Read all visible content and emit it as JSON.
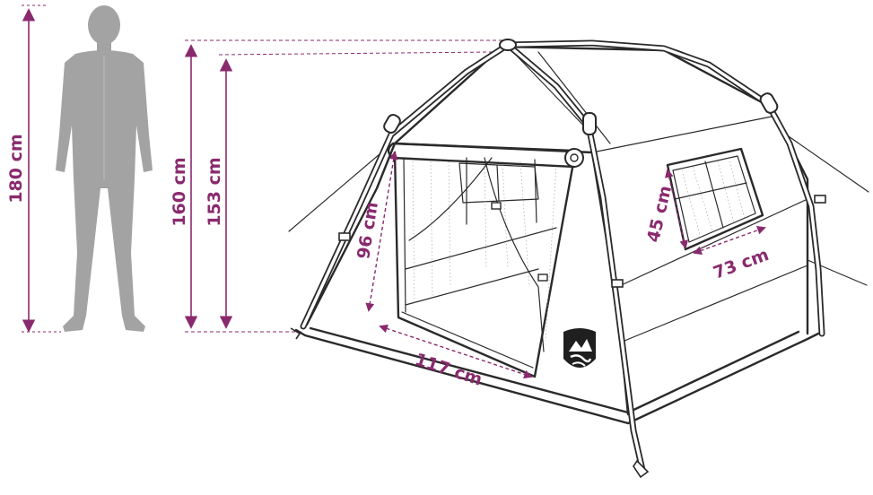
{
  "colors": {
    "dimension": "#8a2a6e",
    "outline": "#2a2a2a",
    "person_fill": "#a3a3a3"
  },
  "dimensions": {
    "person_height": "180 cm",
    "tent_peak_height": "160 cm",
    "tent_inner_height": "153 cm",
    "door_height": "96 cm",
    "door_width": "117 cm",
    "window_height": "45 cm",
    "window_width": "73 cm"
  },
  "logo": {
    "icon": "mountain-logo-icon"
  }
}
